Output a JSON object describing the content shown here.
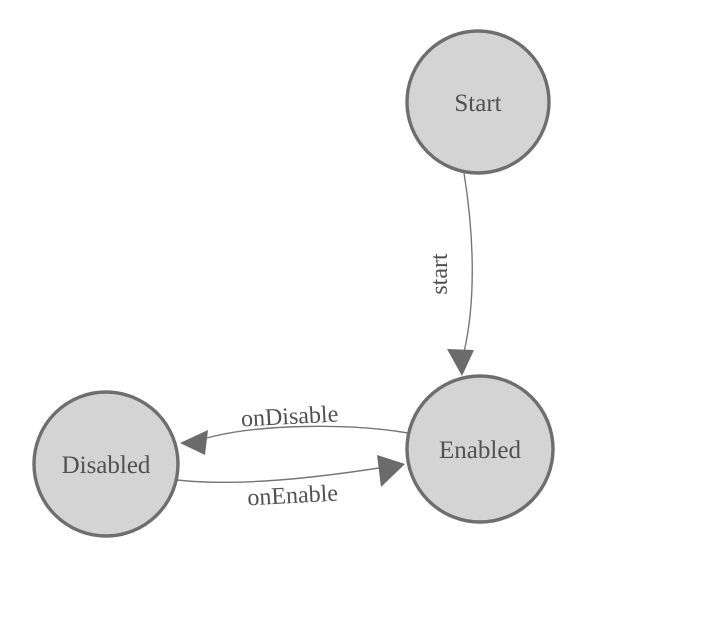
{
  "diagram": {
    "type": "state-machine",
    "nodes": [
      {
        "id": "start",
        "label": "Start"
      },
      {
        "id": "enabled",
        "label": "Enabled"
      },
      {
        "id": "disabled",
        "label": "Disabled"
      }
    ],
    "edges": [
      {
        "from": "Start",
        "to": "Enabled",
        "label": "start"
      },
      {
        "from": "Enabled",
        "to": "Disabled",
        "label": "onDisable"
      },
      {
        "from": "Disabled",
        "to": "Enabled",
        "label": "onEnable"
      }
    ]
  },
  "colors": {
    "node_fill": "#d4d4d4",
    "node_border": "#6e6e6e",
    "edge_stroke": "#777777",
    "arrow_fill": "#6b6b6b",
    "text": "#515151",
    "background": "#ffffff"
  }
}
